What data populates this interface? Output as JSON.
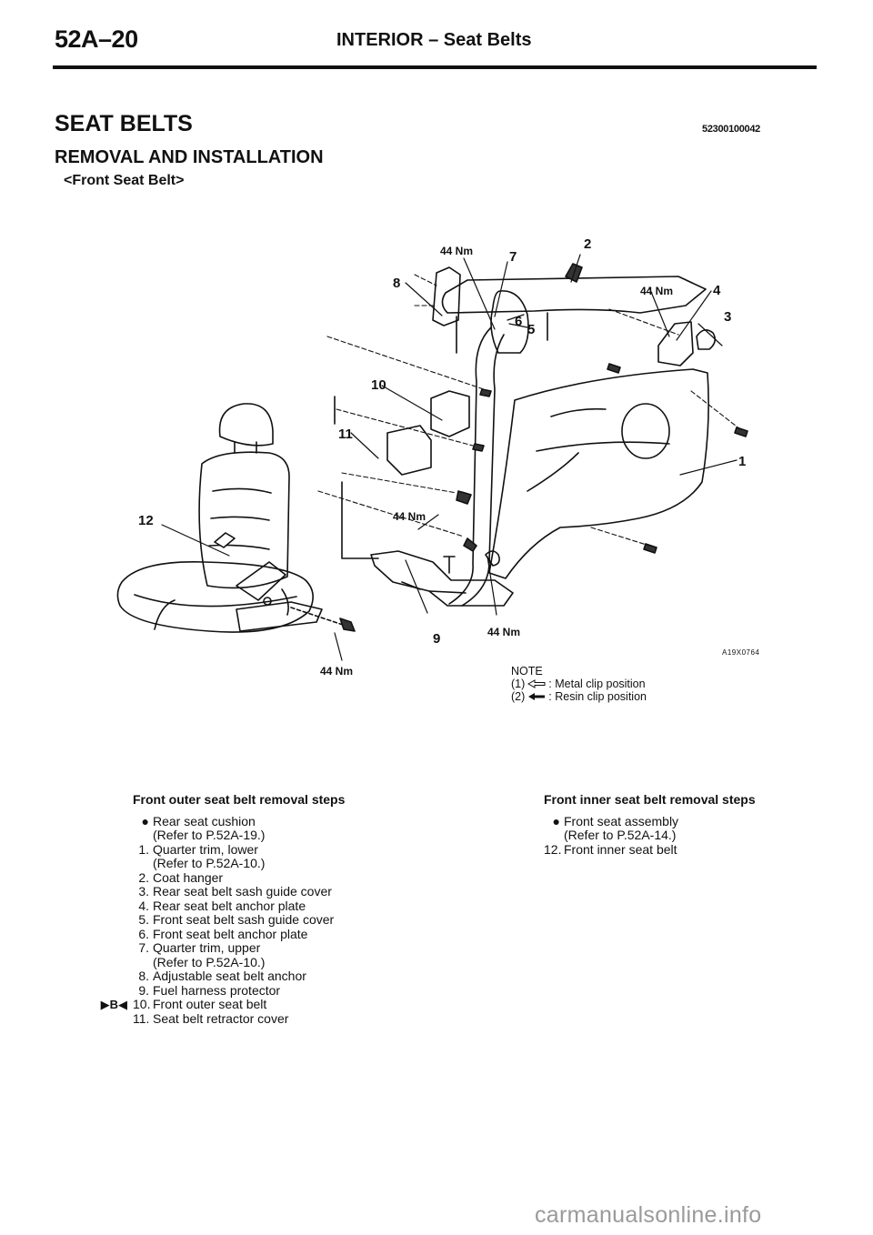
{
  "header": {
    "page": "52A–20",
    "section": "INTERIOR – Seat Belts"
  },
  "title": "SEAT BELTS",
  "doc_id": "52300100042",
  "subtitle": "REMOVAL AND INSTALLATION",
  "subsection": "<Front Seat Belt>",
  "figure": {
    "code": "A19X0764",
    "torque": "44 Nm",
    "callouts": [
      "1",
      "2",
      "3",
      "4",
      "5",
      "6",
      "7",
      "8",
      "9",
      "10",
      "11",
      "12"
    ]
  },
  "note": {
    "title": "NOTE",
    "items": [
      {
        "num": "(1)",
        "text": ": Metal clip position"
      },
      {
        "num": "(2)",
        "text": ": Resin clip position"
      }
    ]
  },
  "outer_steps": {
    "title": "Front outer seat belt removal steps",
    "ref_marker": "▶B◀",
    "items": [
      {
        "mark": "●",
        "text": "Rear seat cushion",
        "ref": "(Refer to P.52A-19.)"
      },
      {
        "mark": "1.",
        "text": "Quarter trim, lower",
        "ref": "(Refer to P.52A-10.)"
      },
      {
        "mark": "2.",
        "text": "Coat hanger"
      },
      {
        "mark": "3.",
        "text": "Rear seat belt sash guide cover"
      },
      {
        "mark": "4.",
        "text": "Rear seat belt anchor plate"
      },
      {
        "mark": "5.",
        "text": "Front seat belt sash guide cover"
      },
      {
        "mark": "6.",
        "text": "Front seat belt anchor plate"
      },
      {
        "mark": "7.",
        "text": "Quarter trim, upper",
        "ref": "(Refer to P.52A-10.)"
      },
      {
        "mark": "8.",
        "text": "Adjustable seat belt anchor"
      },
      {
        "mark": "9.",
        "text": "Fuel harness protector"
      },
      {
        "mark": "10.",
        "text": "Front outer seat belt"
      },
      {
        "mark": "11.",
        "text": "Seat belt retractor cover"
      }
    ]
  },
  "inner_steps": {
    "title": "Front inner seat belt removal steps",
    "items": [
      {
        "mark": "●",
        "text": "Front seat assembly",
        "ref": "(Refer to P.52A-14.)"
      },
      {
        "mark": "12.",
        "text": "Front inner seat belt"
      }
    ]
  },
  "watermark": "carmanualsonline.info"
}
